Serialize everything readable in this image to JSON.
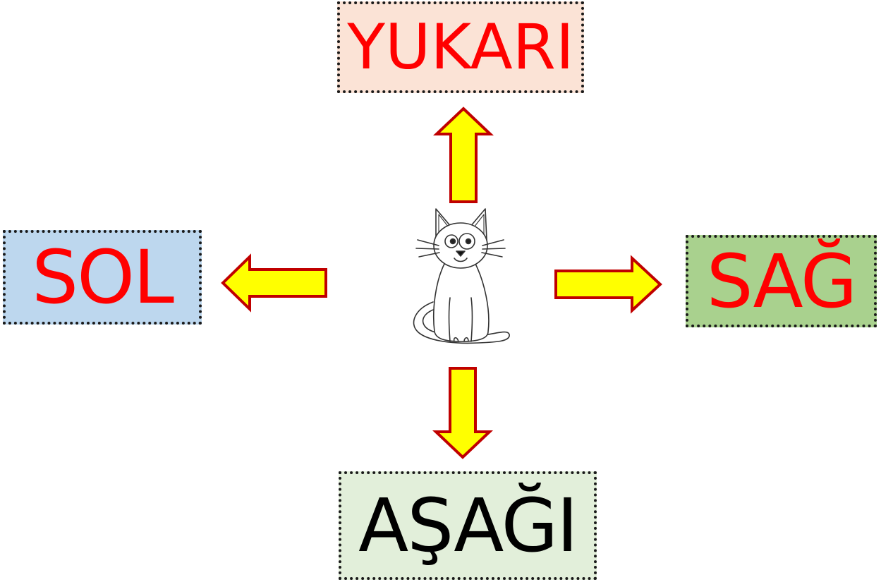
{
  "colors": {
    "label_red": "#ff0000",
    "label_black": "#000000",
    "arrow_fill": "#ffff00",
    "arrow_stroke": "#c00000",
    "box_up_bg": "#fbe3d6",
    "box_left_bg": "#bdd7ee",
    "box_right_bg": "#a9d18e",
    "box_down_bg": "#e2efda",
    "box_border": "#1a1a1a"
  },
  "icons": {
    "center": "cat-icon",
    "arrows": [
      "arrow-up-icon",
      "arrow-left-icon",
      "arrow-right-icon",
      "arrow-down-icon"
    ]
  },
  "labels": {
    "up": "YUKARI",
    "left": "SOL",
    "right": "SAĞ",
    "down": "AŞAĞI"
  }
}
